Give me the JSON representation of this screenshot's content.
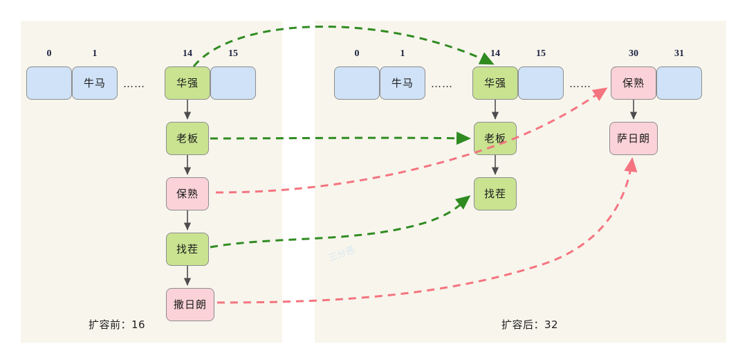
{
  "diagram": {
    "title_left": "扩容前：16",
    "title_right": "扩容后：32",
    "watermark": "三分恶",
    "colors": {
      "panel_bg": "#f8f5ed",
      "blue_slot": "#cfe2f7",
      "green_node": "#c9e391",
      "pink_node": "#fad2d7",
      "border": "#8c8c8c",
      "arrow_solid": "#4d4d4d",
      "rehash_green": "#2f8b20",
      "rehash_red": "#f4747f",
      "index_text": "#1c2340"
    },
    "ellipsis": "……"
  },
  "before": {
    "capacity_label": "扩容前：16",
    "indices": [
      "0",
      "1",
      "14",
      "15"
    ],
    "slots": [
      {
        "index": "0",
        "label": "",
        "color": "blue"
      },
      {
        "index": "1",
        "label": "牛马",
        "color": "blue"
      },
      {
        "index": "14",
        "label": "华强",
        "color": "green"
      },
      {
        "index": "15",
        "label": "",
        "color": "blue"
      }
    ],
    "chain_index": "14",
    "chain": [
      {
        "label": "华强",
        "color": "green"
      },
      {
        "label": "老板",
        "color": "green"
      },
      {
        "label": "保熟",
        "color": "pink"
      },
      {
        "label": "找茬",
        "color": "green"
      },
      {
        "label": "撒日朗",
        "color": "pink"
      }
    ]
  },
  "after": {
    "capacity_label": "扩容后：32",
    "indices": [
      "0",
      "1",
      "14",
      "15",
      "30",
      "31"
    ],
    "slots": [
      {
        "index": "0",
        "label": "",
        "color": "blue"
      },
      {
        "index": "1",
        "label": "牛马",
        "color": "blue"
      },
      {
        "index": "14",
        "label": "华强",
        "color": "green"
      },
      {
        "index": "15",
        "label": "",
        "color": "blue"
      },
      {
        "index": "30",
        "label": "保熟",
        "color": "pink"
      },
      {
        "index": "31",
        "label": "",
        "color": "blue"
      }
    ],
    "chain_low": [
      {
        "label": "华强",
        "color": "green"
      },
      {
        "label": "老板",
        "color": "green"
      },
      {
        "label": "找茬",
        "color": "green"
      }
    ],
    "chain_high": [
      {
        "label": "保熟",
        "color": "pink"
      },
      {
        "label": "萨日朗",
        "color": "pink"
      }
    ]
  },
  "rehash_links": [
    {
      "from": "华强",
      "to": "华强(14)",
      "color": "green"
    },
    {
      "from": "老板",
      "to": "老板(14)",
      "color": "green"
    },
    {
      "from": "找茬",
      "to": "找茬(14)",
      "color": "green"
    },
    {
      "from": "保熟",
      "to": "保熟(30)",
      "color": "red"
    },
    {
      "from": "撒日朗",
      "to": "萨日朗(30)",
      "color": "red"
    }
  ]
}
